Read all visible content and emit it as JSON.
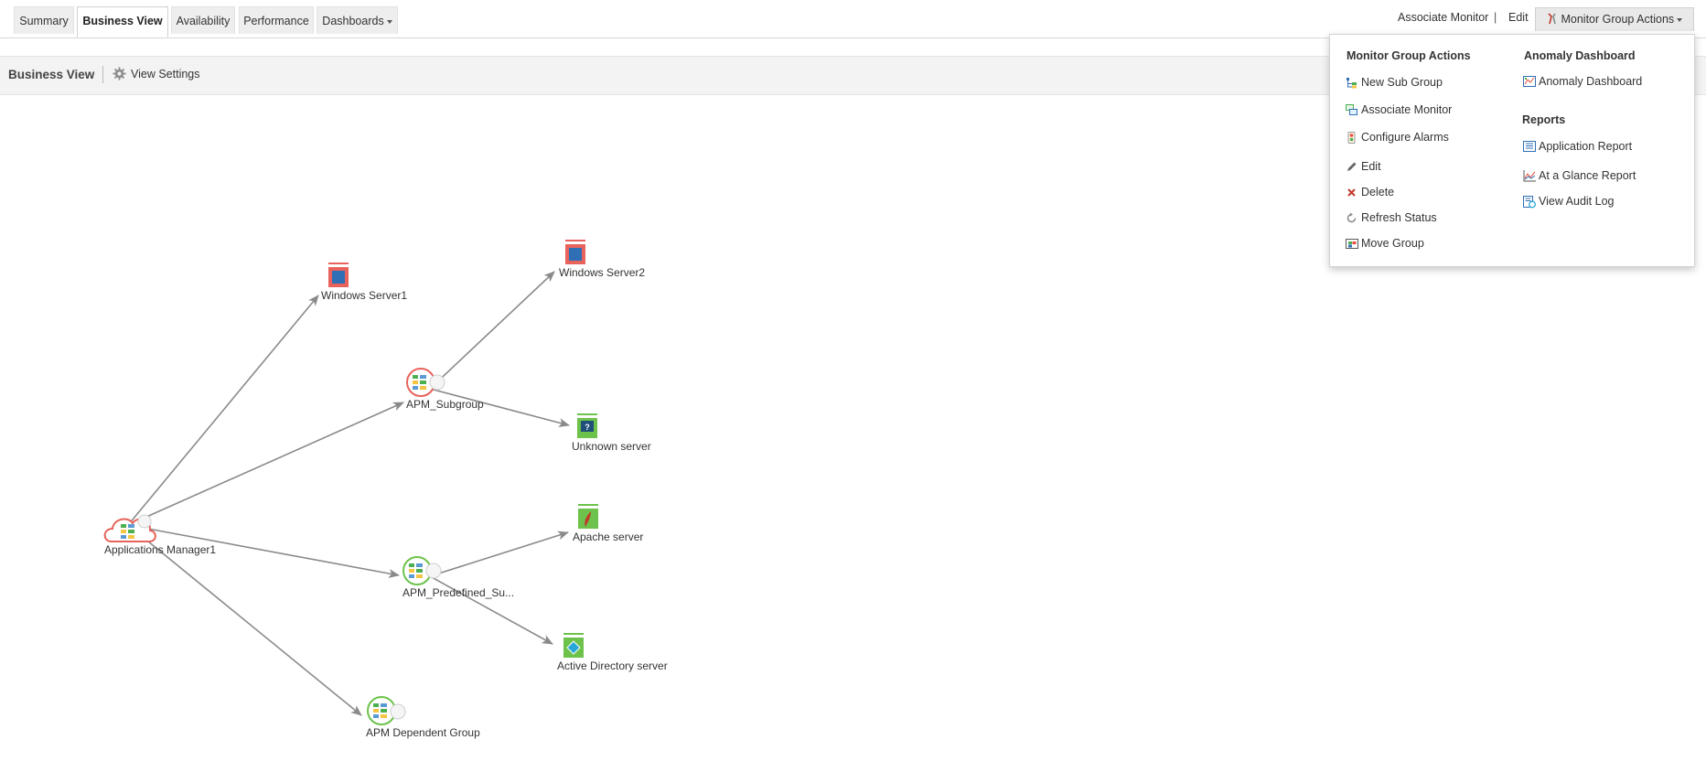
{
  "tabs": [
    {
      "label": "Summary",
      "active": false
    },
    {
      "label": "Business View",
      "active": true
    },
    {
      "label": "Availability",
      "active": false
    },
    {
      "label": "Performance",
      "active": false
    },
    {
      "label": "Dashboards",
      "active": false,
      "has_dropdown": true
    }
  ],
  "top_actions": {
    "associate_monitor": "Associate Monitor",
    "separator": "|",
    "edit": "Edit",
    "monitor_group_actions": "Monitor Group Actions"
  },
  "subheader": {
    "title": "Business View",
    "view_settings": "View Settings"
  },
  "diagram": {
    "nodes": [
      {
        "id": "apps-manager",
        "label": "Applications Manager1",
        "type": "cloud-group",
        "status": "critical"
      },
      {
        "id": "win1",
        "label": "Windows Server1",
        "type": "windows-server",
        "status": "critical"
      },
      {
        "id": "apm-subgroup",
        "label": "APM_Subgroup",
        "type": "monitor-group",
        "status": "critical"
      },
      {
        "id": "win2",
        "label": "Windows Server2",
        "type": "windows-server",
        "status": "critical"
      },
      {
        "id": "unknown",
        "label": "Unknown server",
        "type": "unknown-server",
        "status": "clear"
      },
      {
        "id": "apm-predef",
        "label": "APM_Predefined_Su...",
        "type": "monitor-group",
        "status": "clear"
      },
      {
        "id": "apache",
        "label": "Apache server",
        "type": "apache-server",
        "status": "clear"
      },
      {
        "id": "ad",
        "label": "Active Directory server",
        "type": "active-directory",
        "status": "clear"
      },
      {
        "id": "apm-dep",
        "label": "APM Dependent Group",
        "type": "monitor-group",
        "status": "clear"
      }
    ],
    "edges": [
      [
        "apps-manager",
        "win1"
      ],
      [
        "apps-manager",
        "apm-subgroup"
      ],
      [
        "apps-manager",
        "apm-predef"
      ],
      [
        "apps-manager",
        "apm-dep"
      ],
      [
        "apm-subgroup",
        "win2"
      ],
      [
        "apm-subgroup",
        "unknown"
      ],
      [
        "apm-predef",
        "apache"
      ],
      [
        "apm-predef",
        "ad"
      ]
    ],
    "colors": {
      "critical": "#e8635c",
      "clear": "#6cc24a",
      "edge": "#8a8a8a"
    }
  },
  "dropdown": {
    "monitor_group_actions": {
      "heading": "Monitor Group Actions",
      "items": [
        {
          "label": "New Sub Group",
          "icon": "new-subgroup-icon"
        },
        {
          "label": "Associate Monitor",
          "icon": "associate-monitor-icon"
        },
        {
          "label": "Configure Alarms",
          "icon": "alarm-icon"
        },
        {
          "label": "Edit",
          "icon": "pencil-icon"
        },
        {
          "label": "Delete",
          "icon": "delete-x-icon"
        },
        {
          "label": "Refresh Status",
          "icon": "refresh-icon"
        },
        {
          "label": "Move Group",
          "icon": "move-group-icon"
        }
      ]
    },
    "anomaly_dashboard": {
      "heading": "Anomaly Dashboard",
      "items": [
        {
          "label": "Anomaly Dashboard",
          "icon": "anomaly-dashboard-icon"
        }
      ]
    },
    "reports": {
      "heading": "Reports",
      "items": [
        {
          "label": "Application Report",
          "icon": "application-report-icon"
        },
        {
          "label": "At a Glance Report",
          "icon": "glance-report-icon"
        },
        {
          "label": "View Audit Log",
          "icon": "audit-log-icon"
        }
      ]
    }
  }
}
